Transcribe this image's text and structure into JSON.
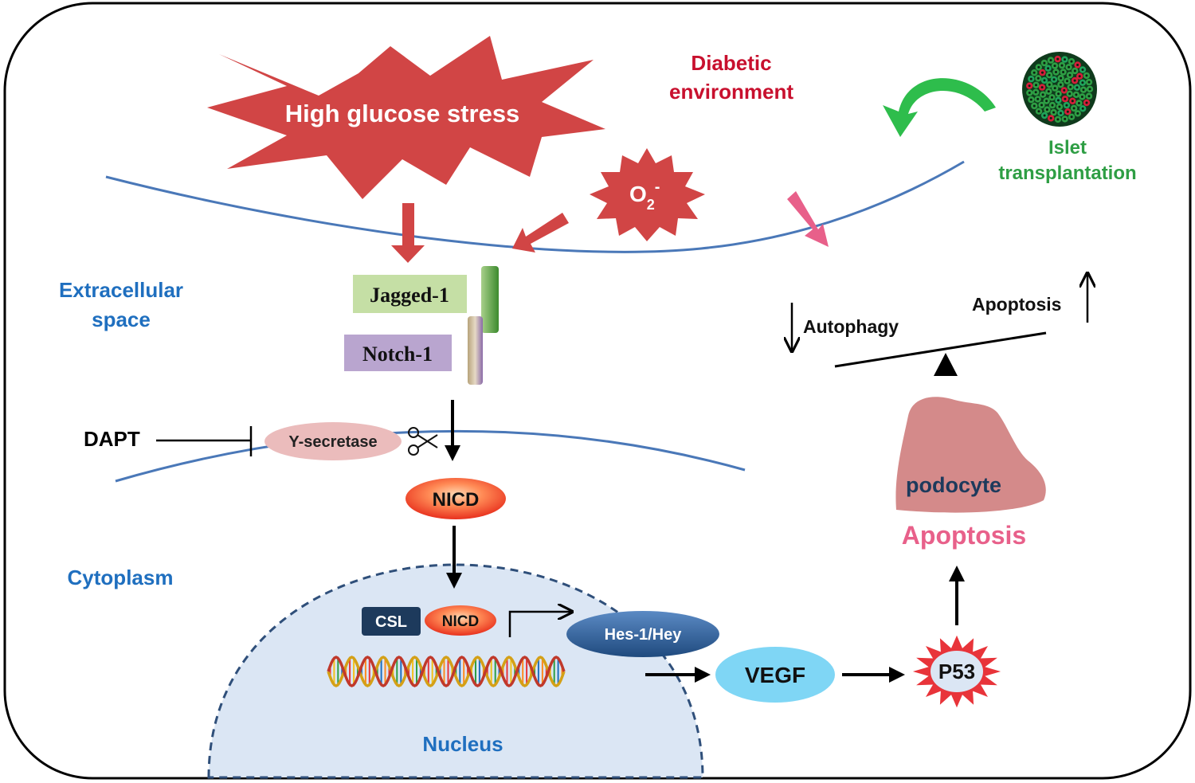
{
  "labels": {
    "high_glucose": "High glucose stress",
    "diabetic_line1": "Diabetic",
    "diabetic_line2": "environment",
    "superoxide_base": "O",
    "superoxide_sub": "2",
    "superoxide_sup": "-",
    "islet_line1": "Islet",
    "islet_line2": "transplantation",
    "extracellular_line1": "Extracellular",
    "extracellular_line2": "space",
    "jagged": "Jagged-1",
    "notch": "Notch-1",
    "dapt": "DAPT",
    "secretase": "Y-secretase",
    "nicd": "NICD",
    "cytoplasm": "Cytoplasm",
    "csl": "CSL",
    "nicd_nucleus": "NICD",
    "hes": "Hes-1/Hey",
    "vegf": "VEGF",
    "p53": "P53",
    "nucleus": "Nucleus",
    "autophagy": "Autophagy",
    "apoptosis_balance": "Apoptosis",
    "podocyte": "podocyte",
    "apoptosis_main": "Apoptosis"
  },
  "icons": {
    "scissors": "scissors-icon",
    "dna": "dna-helix-icon",
    "islet": "islet-cluster-icon"
  },
  "colors": {
    "burst_red": "#d14545",
    "label_blue": "#1f6fbf",
    "diabetic_red": "#c8102e",
    "islet_green": "#2e9e44",
    "apoptosis_pink": "#e8608a",
    "membrane_blue": "#4a78b8",
    "csl_navy": "#1d3a5c",
    "vegf_cyan": "#7fd6f5",
    "podocyte_pink": "#d48a8a"
  }
}
